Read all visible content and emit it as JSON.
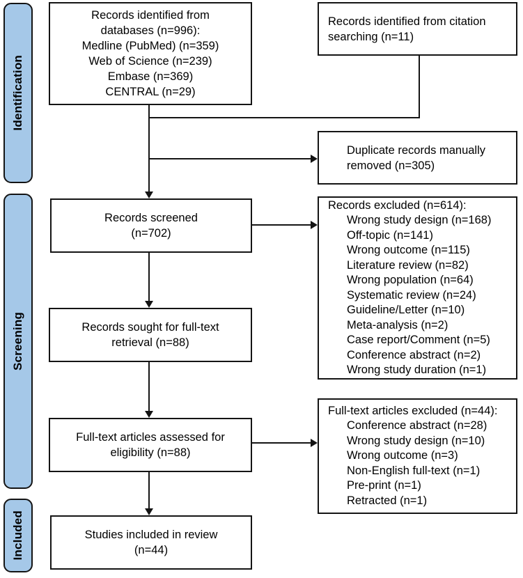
{
  "stages": [
    {
      "label": "Identification"
    },
    {
      "label": "Screening"
    },
    {
      "label": "Included"
    }
  ],
  "boxes": {
    "identified_databases": {
      "lines": [
        "Records identified from",
        "databases (n=996):",
        "Medline (PubMed) (n=359)",
        "Web of Science (n=239)",
        "Embase (n=369)",
        "CENTRAL (n=29)"
      ]
    },
    "identified_citation": {
      "lines": [
        "Records identified from citation",
        "searching (n=11)"
      ]
    },
    "duplicates_removed": {
      "lines": [
        "Duplicate records manually",
        "removed (n=305)"
      ]
    },
    "records_screened": {
      "lines": [
        "Records screened",
        "(n=702)"
      ]
    },
    "records_excluded": {
      "title": "Records excluded (n=614):",
      "items": [
        "Wrong study design (n=168)",
        "Off-topic (n=141)",
        "Wrong outcome (n=115)",
        "Literature review (n=82)",
        "Wrong population (n=64)",
        "Systematic review (n=24)",
        "Guideline/Letter (n=10)",
        "Meta-analysis (n=2)",
        "Case report/Comment (n=5)",
        "Conference abstract (n=2)",
        "Wrong study duration (n=1)"
      ]
    },
    "fulltext_sought": {
      "lines": [
        "Records sought for full-text",
        "retrieval (n=88)"
      ]
    },
    "fulltext_assessed": {
      "lines": [
        "Full-text articles assessed for",
        "eligibility (n=88)"
      ]
    },
    "fulltext_excluded": {
      "title": "Full-text articles excluded (n=44):",
      "items": [
        "Conference abstract (n=28)",
        "Wrong study design (n=10)",
        "Wrong outcome (n=3)",
        "Non-English full-text (n=1)",
        "Pre-print (n=1)",
        "Retracted (n=1)"
      ]
    },
    "studies_included": {
      "lines": [
        "Studies included in review",
        "(n=44)"
      ]
    }
  },
  "colors": {
    "stage_fill": "#a5c8e8",
    "stage_border": "#141414",
    "box_fill": "#ffffff",
    "box_border": "#141414",
    "line_color": "#141414"
  }
}
